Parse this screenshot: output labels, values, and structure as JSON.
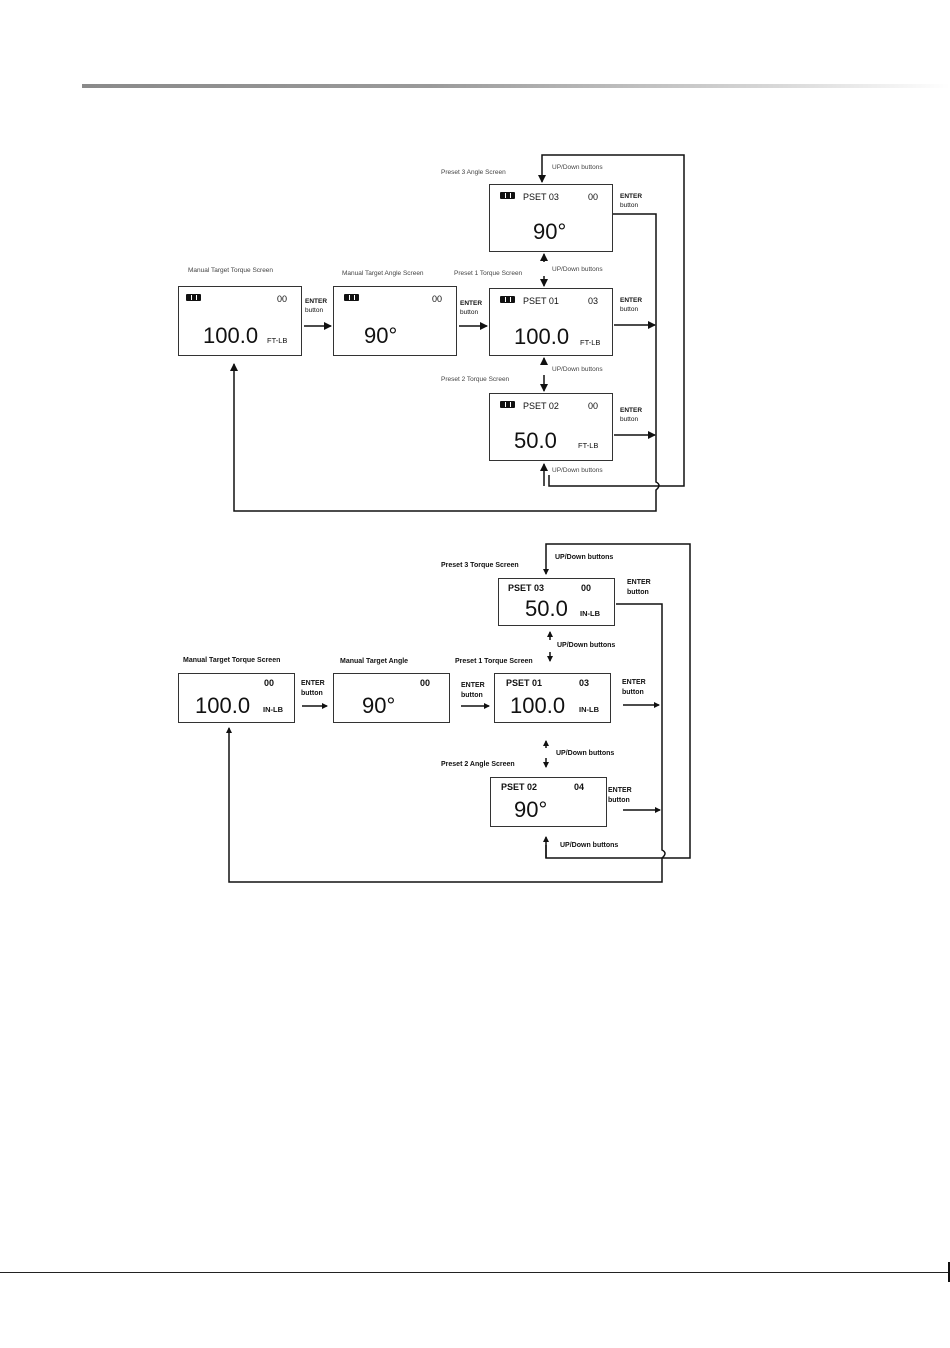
{
  "diagram1": {
    "labels": {
      "manual_torque": "Manual Target Torque Screen",
      "manual_angle": "Manual Target Angle Screen",
      "preset1": "Preset 1 Torque Screen",
      "preset2": "Preset 2 Torque Screen",
      "preset3": "Preset 3 Angle Screen"
    },
    "updown": "UP/Down buttons",
    "enter_key": "ENTER",
    "enter_word": "button",
    "screens": {
      "manual_torque": {
        "num": "00",
        "value": "100.0",
        "unit": "FT-LB"
      },
      "manual_angle": {
        "num": "00",
        "value": "90°"
      },
      "preset1": {
        "pset": "PSET 01",
        "num": "03",
        "value": "100.0",
        "unit": "FT-LB"
      },
      "preset2": {
        "pset": "PSET 02",
        "num": "00",
        "value": "50.0",
        "unit": "FT-LB"
      },
      "preset3": {
        "pset": "PSET 03",
        "num": "00",
        "value": "90°"
      }
    }
  },
  "diagram2": {
    "labels": {
      "manual_torque": "Manual Target Torque Screen",
      "manual_angle": "Manual Target Angle",
      "preset1": "Preset 1 Torque Screen",
      "preset2": "Preset 2 Angle Screen",
      "preset3": "Preset 3 Torque Screen"
    },
    "updown": "UP/Down buttons",
    "enter_key": "ENTER",
    "enter_word": "button",
    "screens": {
      "manual_torque": {
        "num": "00",
        "value": "100.0",
        "unit": "IN-LB"
      },
      "manual_angle": {
        "num": "00",
        "value": "90°"
      },
      "preset1": {
        "pset": "PSET 01",
        "num": "03",
        "value": "100.0",
        "unit": "IN-LB"
      },
      "preset2": {
        "pset": "PSET 02",
        "num": "04",
        "value": "90°"
      },
      "preset3": {
        "pset": "PSET 03",
        "num": "00",
        "value": "50.0",
        "unit": "IN-LB"
      }
    }
  }
}
